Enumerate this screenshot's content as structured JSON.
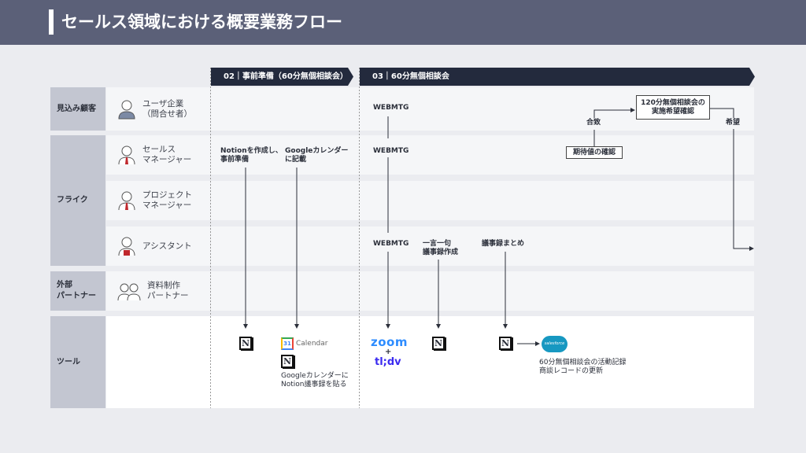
{
  "title": "セールス領域における概要業務フロー",
  "phases": [
    "02｜事前準備（60分無個相談会）",
    "03｜60分無個相談会"
  ],
  "categories": {
    "prospect": "見込み顧客",
    "fraik": "フライク",
    "external": "外部\nパートナー",
    "tools": "ツール"
  },
  "roles": [
    "ユーザ企業\n（問合せ者）",
    "セールス\nマネージャー",
    "プロジェクト\nマネージャー",
    "アシスタント",
    "資料制作\nパートナー"
  ],
  "steps": {
    "notion_prep": "Notionを作成し、\n事前準備",
    "gcal_entry": "Googleカレンダー\nに記載",
    "webmtg": "WEBMTG",
    "verbatim": "一言一句\n議事録作成",
    "summary": "議事録まとめ",
    "expectation": "期待値の確認",
    "agree": "合致",
    "confirm120": "120分無個相談会の\n実施希望確認",
    "wish": "希望"
  },
  "tools": {
    "calendar": "Calendar",
    "calendar_num": "31",
    "notion": "N",
    "zoom": "zoom",
    "plus": "+",
    "tldv": "tl;dv",
    "salesforce": "salesforce",
    "gcal_note": "Googleカレンダーに\nNotion議事録を貼る",
    "sf_note": "60分無個相談会の活動記録\n商談レコードの更新"
  },
  "colors": {
    "header": "#5b6078",
    "phase": "#232a3d",
    "zoom": "#2d8cff",
    "tldv": "#3b2bf0",
    "salesforce": "#1798c1"
  }
}
